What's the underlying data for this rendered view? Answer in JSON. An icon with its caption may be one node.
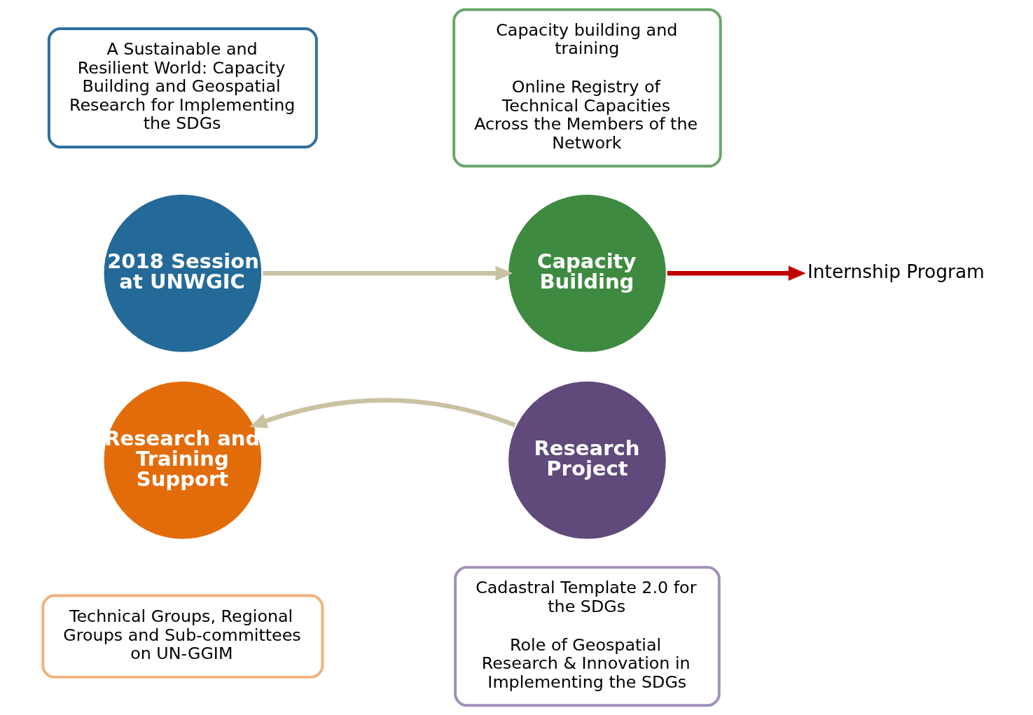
{
  "diagram": {
    "nodes": [
      {
        "text": [
          "A Sustainable and Resilient World: Capacity Building and Geospatial Research for Implementing the SDGs"
        ]
      },
      {
        "text": [
          "Capacity building and training",
          "Online Registry of Technical Capacities Across the Members of the Network"
        ]
      },
      {
        "text": [
          "2018 Session at UNWGIC"
        ]
      },
      {
        "text": [
          "Capacity Building"
        ]
      },
      {
        "text": [
          "Internship Program"
        ]
      },
      {
        "text": [
          "Research and Training Support"
        ]
      },
      {
        "text": [
          "Research Project"
        ]
      },
      {
        "text": [
          "Technical Groups, Regional Groups and Sub-committees on UN-GGIM"
        ]
      },
      {
        "text": [
          "Cadastral Template 2.0 for the SDGs",
          "Role of Geospatial Research & Innovation in Implementing the SDGs"
        ]
      }
    ],
    "edges": [
      {
        "from": 2,
        "to": 3,
        "arrow": "to",
        "color": "#c9c2a2"
      },
      {
        "from": 6,
        "to": 5,
        "arrow": "to",
        "color": "#c9c2a2"
      },
      {
        "from": 3,
        "to": 4,
        "arrow": "to",
        "color": "#c00000"
      }
    ]
  }
}
